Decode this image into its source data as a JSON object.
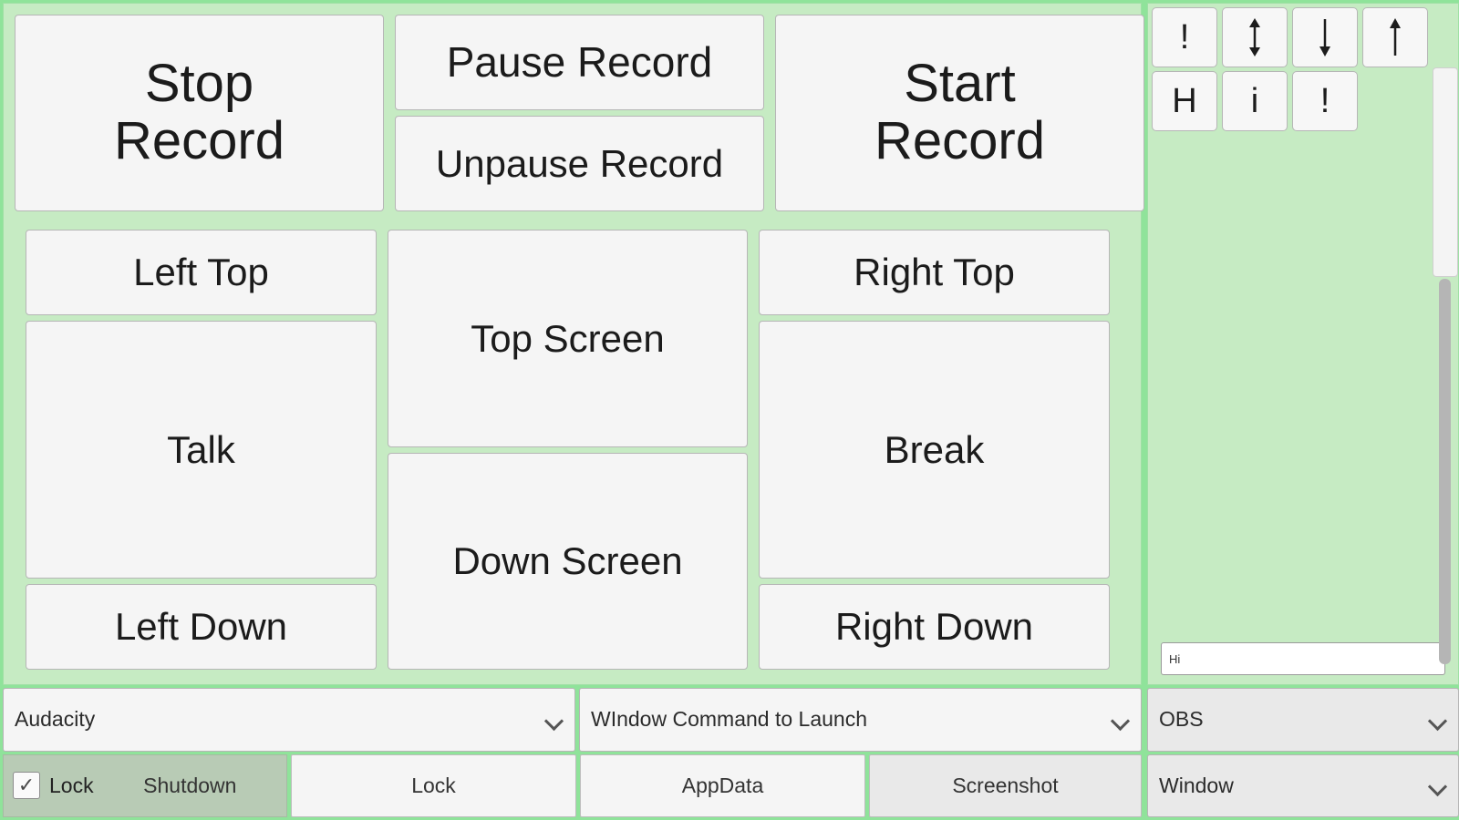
{
  "theme": {
    "panel_green": "#c6ebc3",
    "outer_green": "#8fe39a",
    "button_face": "#f5f5f5",
    "lock_group_bg": "#b8cbb5",
    "shaded_button": "#e9e9e9"
  },
  "record_section": {
    "stop_record": "Stop\nRecord",
    "pause_record": "Pause Record",
    "unpause_record": "Unpause Record",
    "start_record": "Start\nRecord"
  },
  "grid_section": {
    "left_top": "Left Top",
    "talk": "Talk",
    "left_down": "Left Down",
    "top_screen": "Top Screen",
    "down_screen": "Down Screen",
    "right_top": "Right Top",
    "break": "Break",
    "right_down": "Right Down"
  },
  "bottom_bars": {
    "app_select": "Audacity",
    "window_command_select": "WIndow Command to Launch",
    "lock_checkbox_label": "Lock",
    "lock_checkbox_checked": true,
    "lock_checkbox_glyph": "✓",
    "shutdown_label": "Shutdown",
    "lock_button": "Lock",
    "appdata_button": "AppData",
    "screenshot_button": "Screenshot"
  },
  "right_panel": {
    "key_row_1": [
      {
        "label": "!",
        "icon": "exclamation-icon"
      },
      {
        "label": "↕",
        "icon": "up-down-arrow-icon"
      },
      {
        "label": "↓",
        "icon": "down-arrow-icon"
      },
      {
        "label": "↑",
        "icon": "up-arrow-icon"
      }
    ],
    "key_row_2": [
      {
        "label": "H",
        "icon": "letter-h-icon"
      },
      {
        "label": "i",
        "icon": "letter-i-icon"
      },
      {
        "label": "!",
        "icon": "exclamation-icon"
      }
    ],
    "text_input_value": "Hi",
    "text_input_placeholder": "",
    "obs_select": "OBS",
    "window_select": "Window"
  }
}
